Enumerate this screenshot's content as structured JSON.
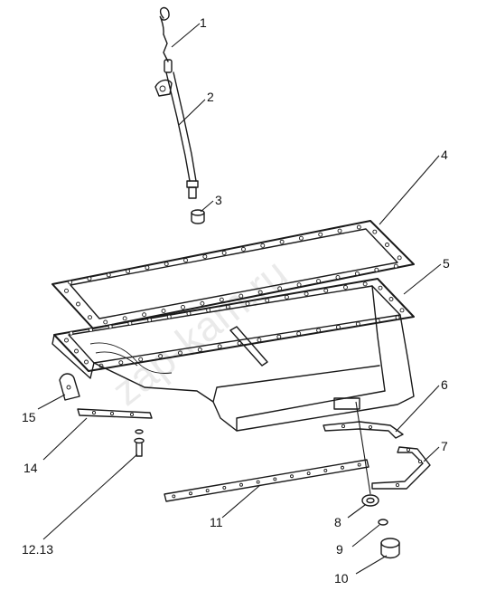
{
  "labels": {
    "l1": "1",
    "l2": "2",
    "l3": "3",
    "l4": "4",
    "l5": "5",
    "l6": "6",
    "l7": "7",
    "l8": "8",
    "l9": "9",
    "l10": "10",
    "l11": "11",
    "l12_13": "12.13",
    "l14": "14",
    "l15": "15"
  },
  "watermark": "zap-kam.ru",
  "colors": {
    "ink": "#1a1a1a",
    "paper": "#ffffff"
  }
}
